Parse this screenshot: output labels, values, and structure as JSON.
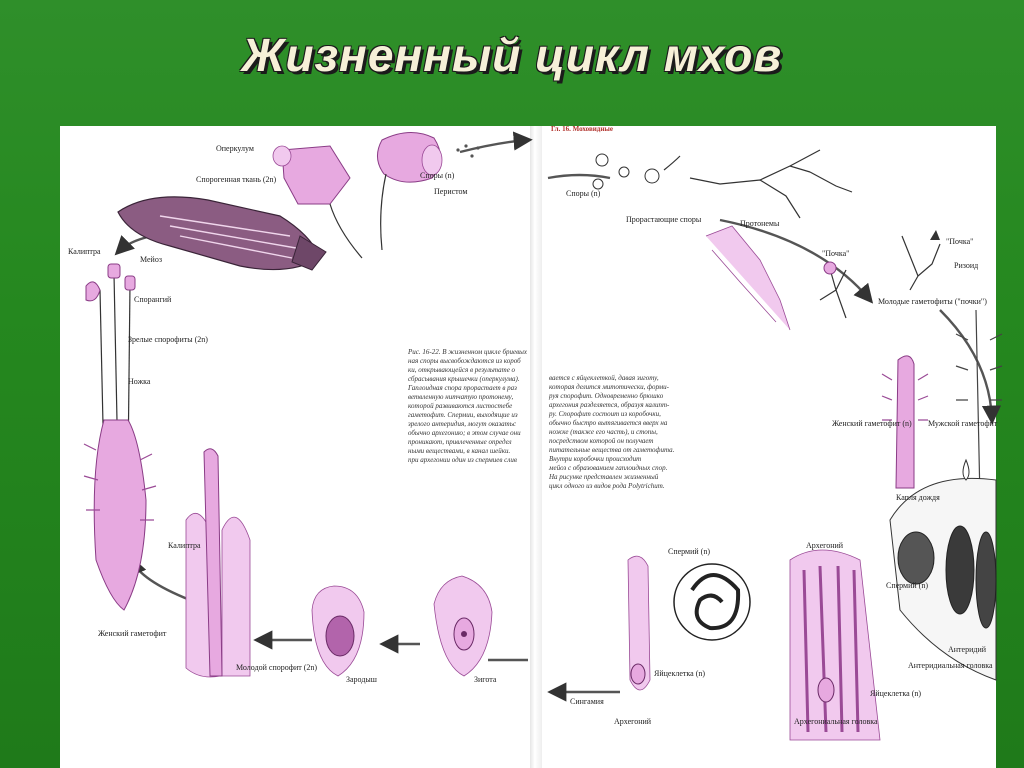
{
  "title": "Жизненный цикл мхов",
  "figure": {
    "header": "Гл. 16. Моховидные",
    "labels": {
      "operculum": "Оперкулум",
      "sporogenous_tissue": "Спорогенная ткань (2n)",
      "spores_top": "Споры (n)",
      "peristome": "Перистом",
      "calyptra": "Калиптра",
      "meiosis": "Мейоз",
      "sporangium": "Спорангий",
      "mature_sporophytes": "Зрелые спорофиты (2n)",
      "stalk": "Ножка",
      "female_gametophyte_left": "Женский гаметофит",
      "calyptra_lower": "Калиптра",
      "young_sporophyte": "Молодой спорофит (2n)",
      "embryo": "Зародыш",
      "zygote": "Зигота",
      "spores_right": "Споры (n)",
      "germinating_spores": "Прорастающие споры",
      "protonema": "Протонемы",
      "bud_center": "\"Почка\"",
      "bud_right": "\"Почка\"",
      "rhizoid": "Ризоид",
      "young_gametophytes": "Молодые гаметофиты (\"почки\")",
      "female_gametophyte_right": "Женский гаметофит (n)",
      "male_gametophyte": "Мужской гаметофит",
      "raindrop": "Капля дождя",
      "archegonium_top": "Архегоний",
      "sperm_top": "Спермий (n)",
      "sperm_right": "Спермий (n)",
      "antheridium": "Антеридий",
      "antheridial_head": "Антеридиальная головка",
      "egg_center": "Яйцеклетка (n)",
      "egg_right": "Яйцеклетка (n)",
      "syngamy": "Сингамия",
      "archegonium_bottom": "Архегоний",
      "archegonial_head": "Архегониальная головка"
    },
    "caption_left": [
      "Рис. 16-22. В жизненном цикле бриевых",
      "ная споры высвобождаются из короб",
      "ки, открывающейся в результате о",
      "сбрасывания крышечки (оперкулума).",
      "Гаплоидная спора прорастает в раз",
      "ветвленную нитчатую протонему,",
      "которой развиваются листостебе",
      "гаметофит. Спермии, выходящие из",
      "зрелого антеридия, могут оказатьс",
      "обычно архегонию; в этом случае они",
      "проникают, привлеченные определ",
      "ными веществами, в канал шейки.",
      "при архегонии один из спермиев слив"
    ],
    "caption_right": [
      "вается с яйцеклеткой, давая зиготу,",
      "которая делится митотически, форми-",
      "руя спорофит. Одновременно брюшко",
      "архегония разделяется, образуя калипт-",
      "ру. Спорофит состоит из коробочки,",
      "обычно быстро вытягивается вверх на",
      "ножке (также его часть), и стопы,",
      "посредством которой он получает",
      "питательные вещества от гаметофита.",
      "Внутри коробочки происходит",
      "мейоз с образованием гаплоидных спор.",
      "На рисунке представлен жизненный",
      "цикл одного из видов рода Polytrichum."
    ]
  }
}
